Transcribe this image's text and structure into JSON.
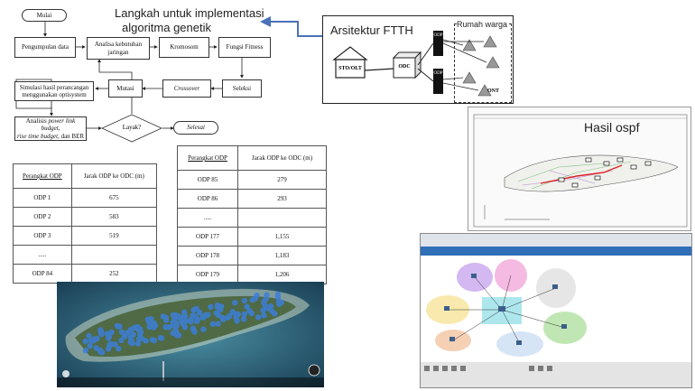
{
  "heading": {
    "line1": "Langkah untuk implementasi",
    "line2": "algoritma genetik"
  },
  "flow": {
    "mulai": "Mulai",
    "pengumpulan": "Pengumpulan data",
    "analisa": "Analisa kebutuhan jaringan",
    "kromosom": "Kromosom",
    "fungsi": "Fungsi Fitness",
    "seleksi": "Seleksi",
    "crossover": "Crossover",
    "mutasi": "Mutasi",
    "simulasi": "Simulasi hasil perancangan menggunakan optisystem",
    "analisis_a": "Analisis ",
    "analisis_b": "power link budget",
    "analisis_c": ",",
    "analisis_d": "rise time budget",
    "analisis_e": ", dan BER",
    "layak": "Layak?",
    "selesai": "Selesai"
  },
  "ftth": {
    "title": "Arsitektur FTTH",
    "rumah": "Rumah warga",
    "sto": "STO/OLT",
    "odc": "ODC",
    "odp": "ODP",
    "ont": "ONT"
  },
  "table1": {
    "headers": [
      "Perangkat ODP",
      "Jarak ODP ke ODC (m)"
    ],
    "rows": [
      [
        "ODP 1",
        "675"
      ],
      [
        "ODP 2",
        "583"
      ],
      [
        "ODP 3",
        "519"
      ],
      [
        ".....",
        ""
      ],
      [
        "ODP 84",
        "252"
      ]
    ]
  },
  "table2": {
    "headers": [
      "Perangkat ODP",
      "Jarak ODP ke ODC (m)"
    ],
    "rows": [
      [
        "ODP 85",
        "279"
      ],
      [
        "ODP 86",
        "293"
      ],
      [
        ".....",
        ""
      ],
      [
        "ODP 177",
        "1,155"
      ],
      [
        "ODP 178",
        "1,183"
      ],
      [
        "ODP 179",
        "1,206"
      ]
    ]
  },
  "ospf": {
    "label": "Hasil ospf"
  },
  "colors": {
    "arrow": "#4a72b8",
    "map_water": "#1d4a63"
  }
}
